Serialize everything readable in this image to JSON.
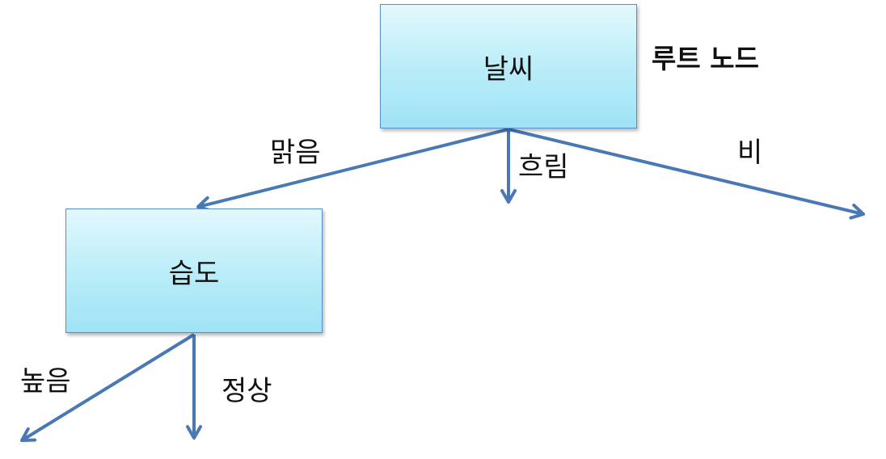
{
  "colors": {
    "arrow": "#4a78b5",
    "node_border": "#5b8fc7",
    "node_fill_top": "#e2f8fd",
    "node_fill_bottom": "#9fe3f6"
  },
  "root_node": {
    "label": "날씨",
    "caption": "루트 노드"
  },
  "child_node": {
    "label": "습도"
  },
  "root_edges": [
    {
      "label": "맑음"
    },
    {
      "label": "흐림"
    },
    {
      "label": "비"
    }
  ],
  "child_edges": [
    {
      "label": "높음"
    },
    {
      "label": "정상"
    }
  ]
}
